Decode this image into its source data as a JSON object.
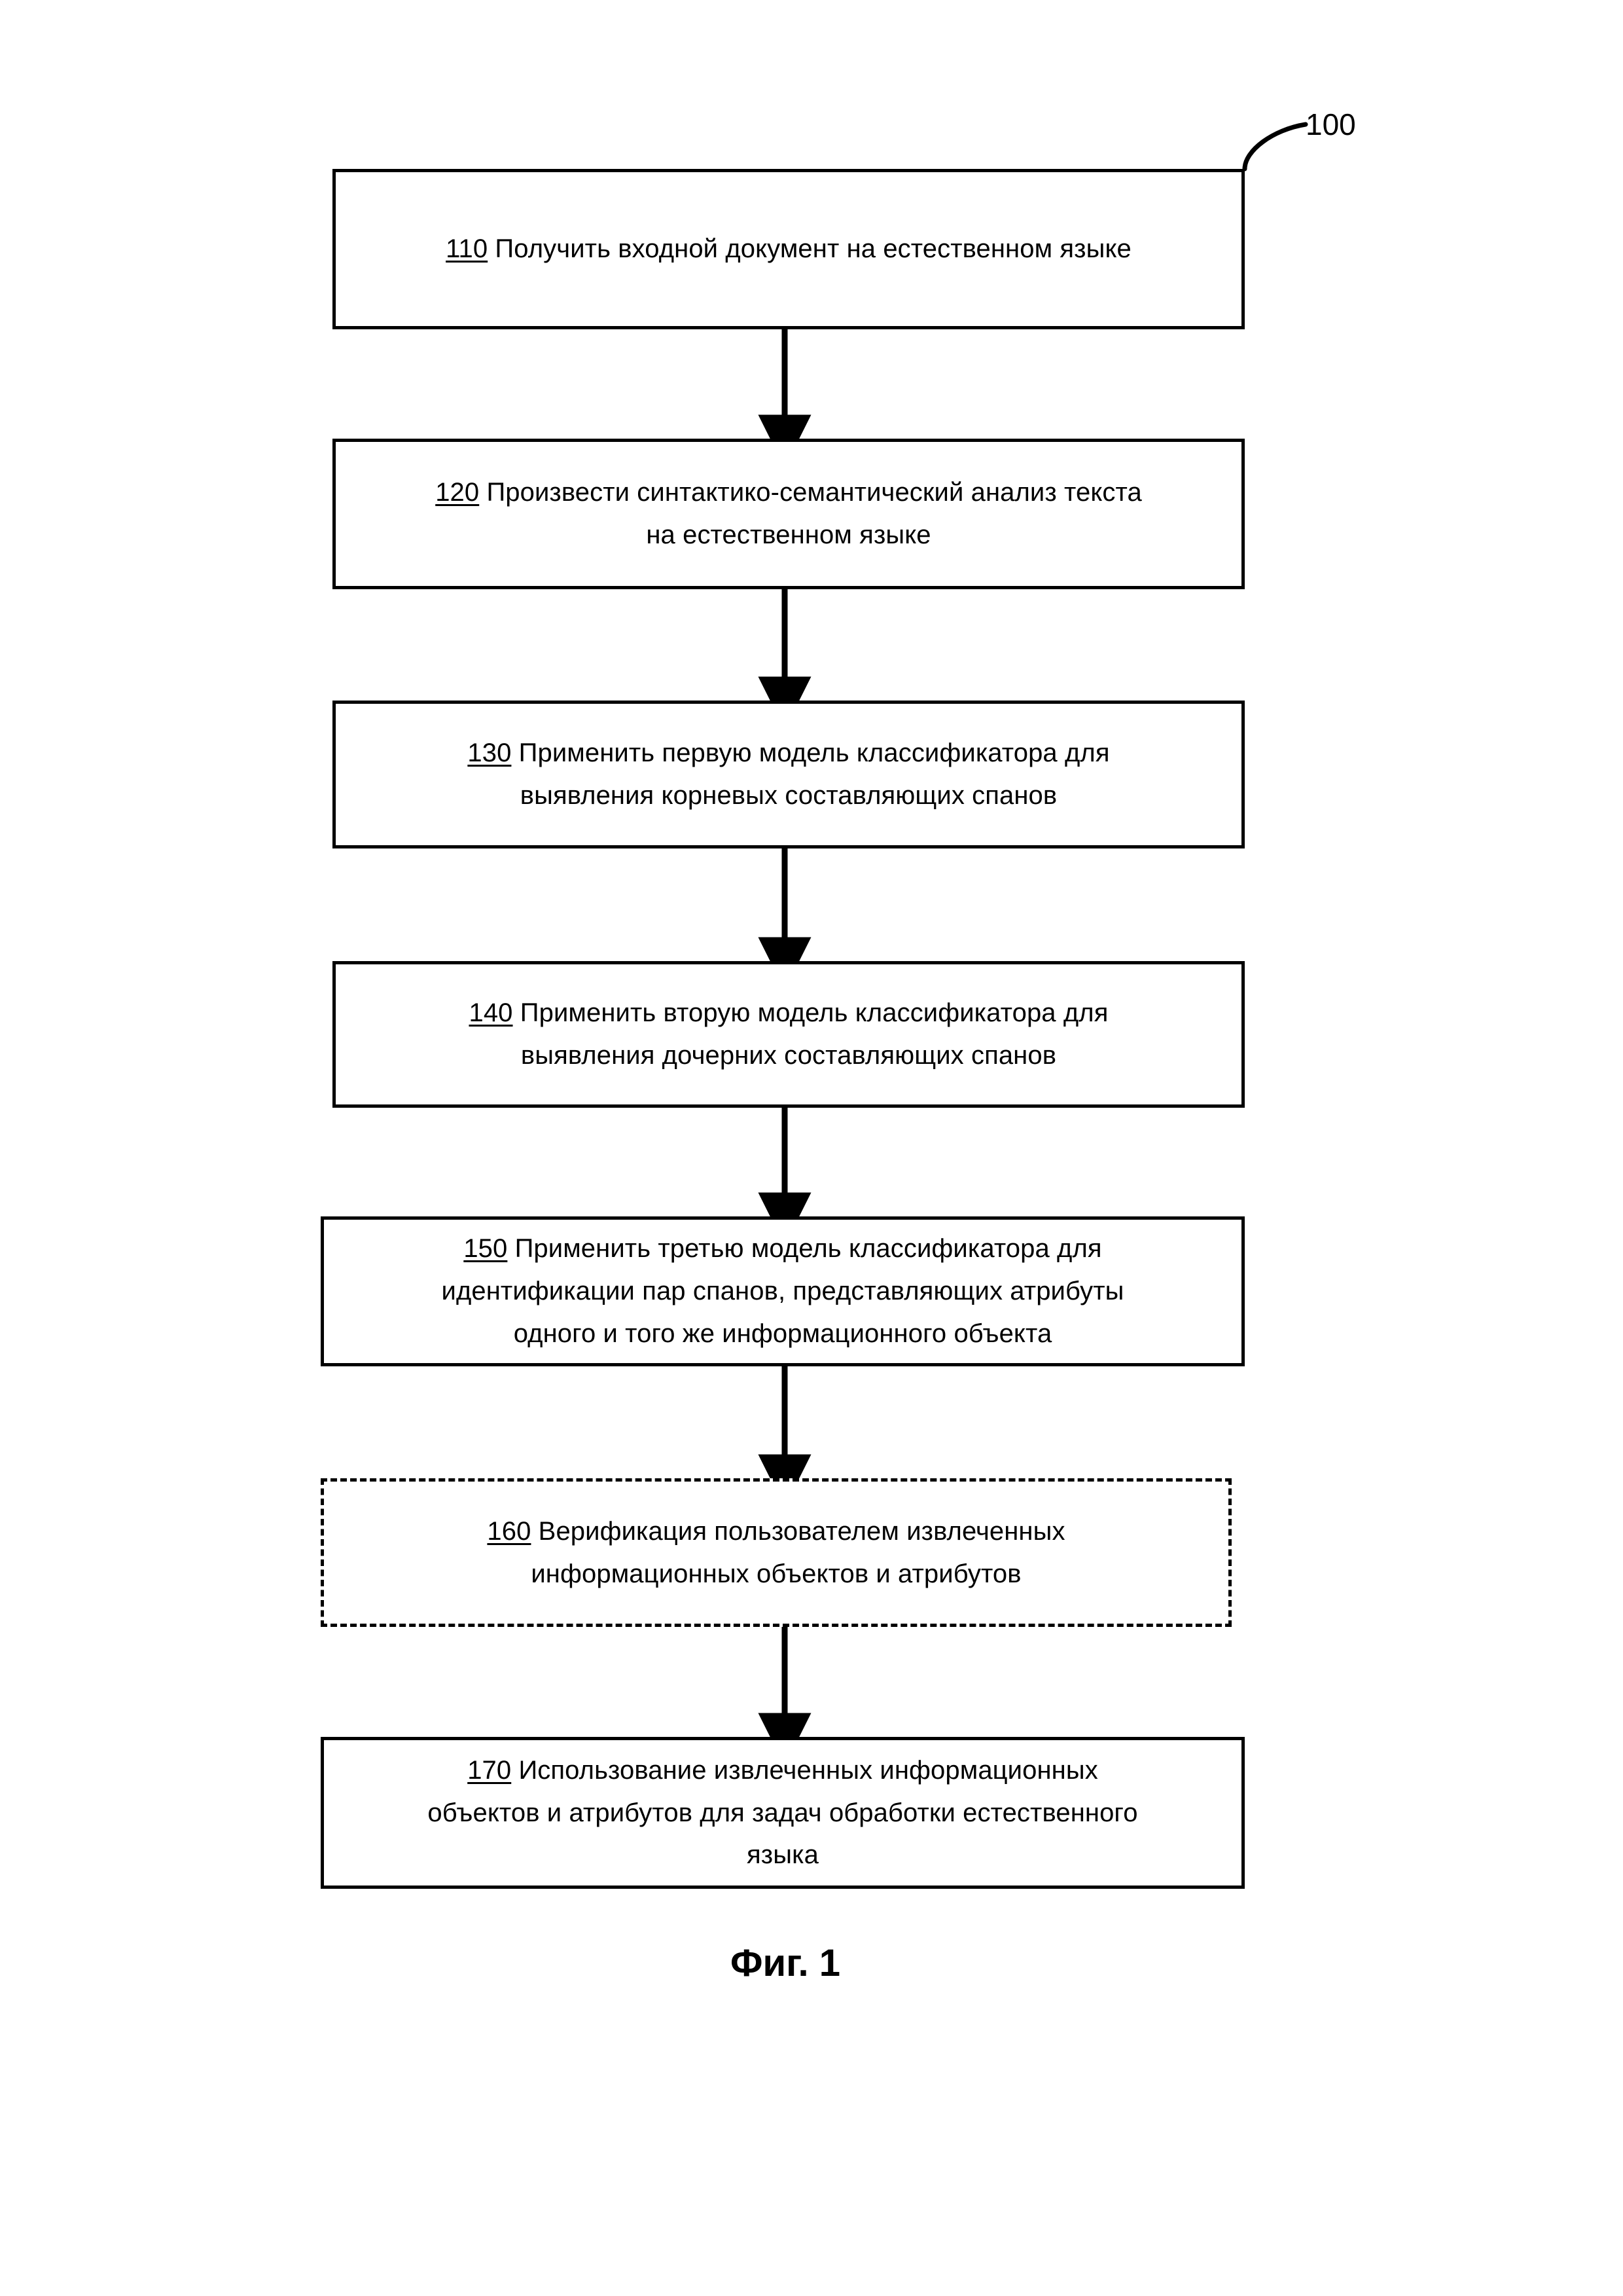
{
  "figure": {
    "reference_label": "100",
    "caption": "Фиг. 1",
    "language": "ru"
  },
  "steps": [
    {
      "id": "110",
      "ref": "110",
      "text": " Получить входной документ на естественном языке",
      "full_text": "110 Получить входной документ на естественном языке",
      "style": "solid",
      "lines": 1
    },
    {
      "id": "120",
      "ref": "120",
      "text": " Произвести синтактико-семантический анализ текста\nна естественном языке",
      "full_text": "120 Произвести синтактико-семантический анализ текста на естественном языке",
      "style": "solid",
      "lines": 2
    },
    {
      "id": "130",
      "ref": "130",
      "text": " Применить первую модель классификатора для\nвыявления корневых составляющих спанов",
      "full_text": "130 Применить первую модель классификатора для выявления корневых составляющих спанов",
      "style": "solid",
      "lines": 2
    },
    {
      "id": "140",
      "ref": "140",
      "text": " Применить вторую модель классификатора для\nвыявления дочерних составляющих спанов",
      "full_text": "140 Применить вторую модель классификатора для выявления дочерних составляющих спанов",
      "style": "solid",
      "lines": 2
    },
    {
      "id": "150",
      "ref": "150",
      "text": " Применить третью модель классификатора для\nидентификации пар спанов, представляющих атрибуты\nодного и того же информационного объекта",
      "full_text": "150 Применить третью модель классификатора для идентификации пар спанов, представляющих атрибуты одного и того же информационного объекта",
      "style": "solid",
      "lines": 3
    },
    {
      "id": "160",
      "ref": "160",
      "text": " Верификация пользователем извлеченных\nинформационных объектов и атрибутов",
      "full_text": "160 Верификация пользователем извлеченных информационных объектов и атрибутов",
      "style": "dashed",
      "lines": 2
    },
    {
      "id": "170",
      "ref": "170",
      "text": " Использование извлеченных информационных\nобъектов и атрибутов для задач обработки естественного\nязыка",
      "full_text": "170 Использование извлеченных информационных объектов и атрибутов для задач обработки естественного языка",
      "style": "solid",
      "lines": 3
    }
  ],
  "connectors": [
    {
      "from": "110",
      "to": "120",
      "type": "arrow-down"
    },
    {
      "from": "120",
      "to": "130",
      "type": "arrow-down"
    },
    {
      "from": "130",
      "to": "140",
      "type": "arrow-down"
    },
    {
      "from": "140",
      "to": "150",
      "type": "arrow-down"
    },
    {
      "from": "150",
      "to": "160",
      "type": "arrow-down"
    },
    {
      "from": "160",
      "to": "170",
      "type": "arrow-down"
    }
  ],
  "colors": {
    "ink": "#000000",
    "paper": "#ffffff"
  }
}
